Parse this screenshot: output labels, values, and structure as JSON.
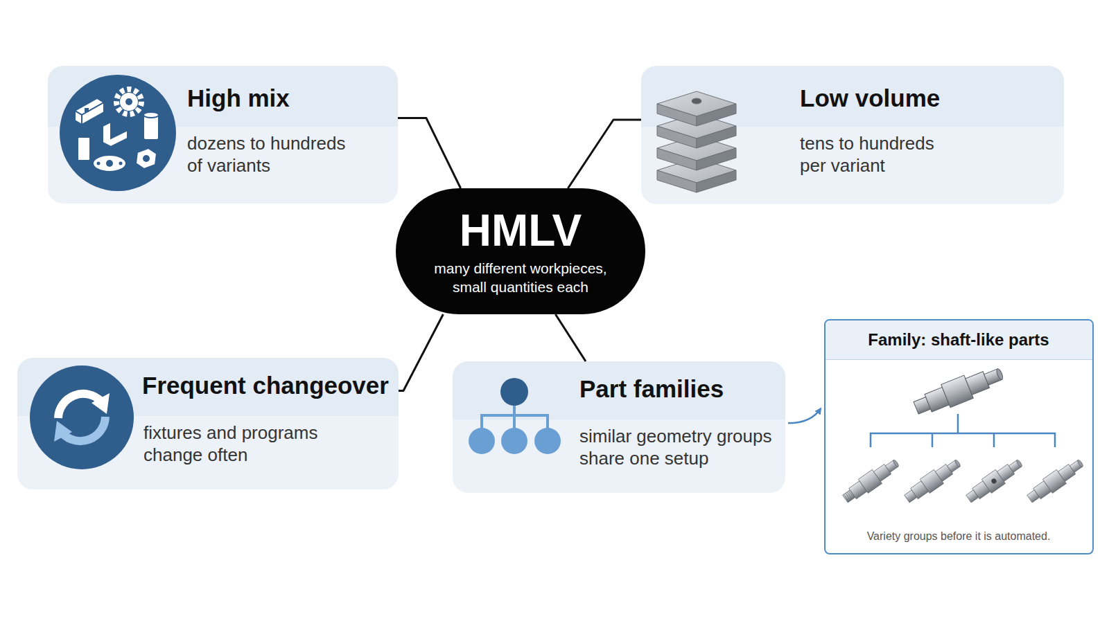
{
  "diagram": {
    "nodes": [
      {
        "text": [
          "High mix",
          "dozens to hundreds of variants"
        ]
      },
      {
        "text": [
          "Low volume",
          "tens to hundreds per variant"
        ]
      },
      {
        "text": [
          "HMLV",
          "many different workpieces, small quantities each"
        ]
      },
      {
        "text": [
          "Frequent changeover",
          "fixtures and programs change often"
        ]
      },
      {
        "text": [
          "Part families",
          "similar geometry groups share one setup"
        ]
      },
      {
        "text": [
          "Family: shaft-like parts",
          "Variety groups before it is automated."
        ]
      }
    ],
    "edges": [
      {
        "from": 0,
        "to": 2,
        "arrow": "none"
      },
      {
        "from": 1,
        "to": 2,
        "arrow": "none"
      },
      {
        "from": 3,
        "to": 2,
        "arrow": "none"
      },
      {
        "from": 4,
        "to": 2,
        "arrow": "none"
      },
      {
        "from": 4,
        "to": 5,
        "arrow": "to"
      }
    ]
  }
}
